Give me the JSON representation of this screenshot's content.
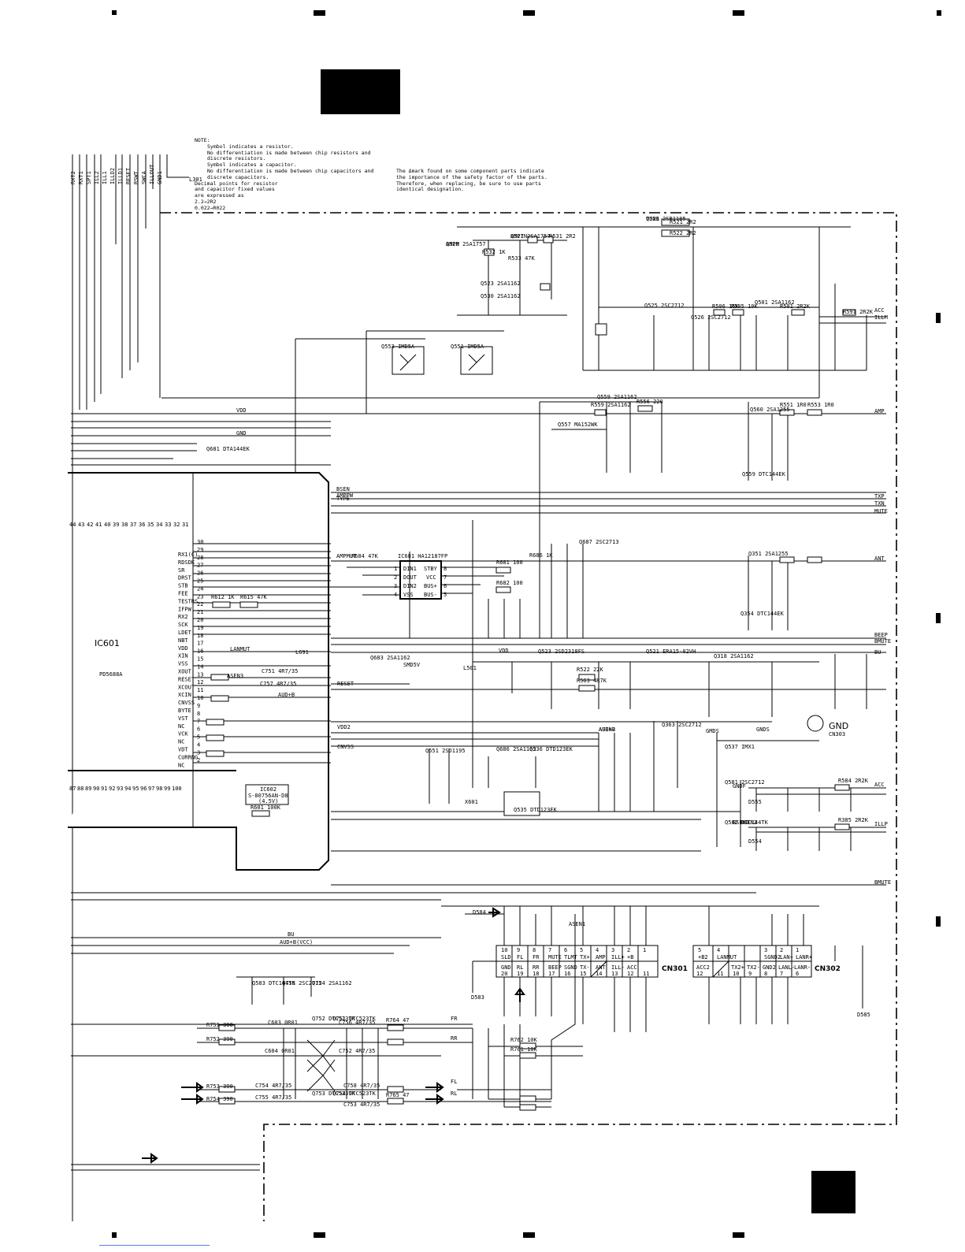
{
  "notes": {
    "title": "NOTE:",
    "lines": [
      "Symbol indicates a resistor.",
      "No differentiation is made between chip resistors and",
      "discrete resistors.",
      "Symbol indicates a capacitor.",
      "No differentiation is made between chip capacitors and",
      "discrete capacitors.",
      "Decimal points for resistor",
      "and capacitor fixed values",
      "are expressed as",
      "2.2→2R2",
      "0.022→R022"
    ]
  },
  "safety_note": {
    "lines": [
      "The Δmark found on some component parts indicate",
      "the importance of the safety factor of the parts.",
      "Therefore, when replacing, be sure to use parts",
      "identical designation."
    ]
  },
  "ic601": {
    "label": "IC601",
    "part": "PD5688A"
  },
  "ic681": {
    "label": "IC681  HA12187FP",
    "pins_left": [
      "DIN1",
      "DOUT",
      "DIN2",
      "VSS"
    ],
    "pins_right": [
      "STBY",
      "VCC",
      "BUS+",
      "BUS-"
    ],
    "nums_left": [
      "1",
      "2",
      "3",
      "4"
    ],
    "nums_right": [
      "8",
      "7",
      "6",
      "5"
    ]
  },
  "ic602": {
    "label": "IC602",
    "part": "S-80756AN-D8",
    "value": "(4.5V)"
  },
  "cn301": {
    "label": "CN301",
    "top_nums": [
      "10",
      "9",
      "8",
      "7",
      "6",
      "5",
      "4",
      "3",
      "2",
      "1"
    ],
    "top_pins": [
      "SLD",
      "FL",
      "FR",
      "MUTE",
      "TLMT",
      "TX+",
      "AMP",
      "ILL+",
      "+B"
    ],
    "bottom_pins": [
      "GND",
      "RL",
      "RR",
      "BEEP",
      "SGND",
      "TX-",
      "ANT",
      "ILL-",
      "ACC"
    ],
    "bottom_nums": [
      "20",
      "19",
      "18",
      "17",
      "16",
      "15",
      "14",
      "13",
      "12",
      "11"
    ]
  },
  "cn302": {
    "label": "CN302",
    "top_nums": [
      "5",
      "4",
      "3",
      "2",
      "1"
    ],
    "top_pins": [
      "+B2",
      "LANMUT",
      "SGND2",
      "LAN+",
      "LANR+"
    ],
    "bottom_pins": [
      "ACC2",
      "TX2+",
      "TX2-",
      "GND2",
      "LANL-",
      "LANR-"
    ],
    "bottom_nums": [
      "12",
      "11",
      "10",
      "9",
      "8",
      "7",
      "6"
    ]
  },
  "cn303": {
    "label": "GND",
    "sub": "CN303"
  },
  "right_labels": [
    "ACC",
    "ILLM",
    "AMP",
    "TXP",
    "TXN",
    "MUTE",
    "ANT",
    "BEEP",
    "BMUTE",
    "BU",
    "ACC",
    "ILLP",
    "BMUTE"
  ],
  "bus_labels": [
    "VDD",
    "GND",
    "BSEN",
    "AMPPW",
    "AMPMUT",
    "SMD5V",
    "BU",
    "AUD+B(VCC)",
    "FR",
    "RR",
    "FL",
    "RL",
    "VDD",
    "AUD+B"
  ],
  "transistors": [
    "Q521 2SB1185",
    "Q527 2SA1757",
    "Q528 2SA1757",
    "Q523 2SA1162",
    "Q530 2SA1162",
    "Q525 2SC2712",
    "Q526 2SC2712",
    "Q501 2SA1162",
    "Q553 IMD5A",
    "Q551 IMD5A",
    "Q559 2SA1162",
    "Q557 MA152WK",
    "Q560 2SA1255",
    "Q559 DTC144EK",
    "Q681 DTA144EK",
    "Q687 2SC2713",
    "Q351 2SA1255",
    "Q354 DTC144EK",
    "Q523 2SD2318FS",
    "Q521 ERA15-02VH",
    "Q683 2SA1162",
    "Q318 2SA1162",
    "Q363 2SC2712",
    "Q551 2SD1195",
    "Q686 2SA1162",
    "Q536 DTD123EK",
    "Q535 DTD123EK",
    "Q537 IMX1",
    "Q581 2SC2712",
    "Q582 DTC144TK",
    "Q583 DTC144TK",
    "Q755 2SC2712",
    "Q754 2SA1162",
    "Q752 DTC523TK",
    "Q751 DTC523TK",
    "Q753 DTC523TK",
    "Q754 DTC523TK"
  ],
  "resistors": [
    "R521 2R2",
    "R522 2R2",
    "R531 2R2",
    "R532 1K",
    "R533 47K",
    "R506 15K",
    "R505 10K",
    "R501 2R2K",
    "R591 2R2K",
    "R559 2SA1162",
    "R556 220",
    "R551 1R0",
    "R553 1R0",
    "R612 1K",
    "R615 47K",
    "R681 100",
    "R682 100",
    "R686 1K",
    "R522 22K",
    "R563 4R7K",
    "R584 2R2K",
    "R385 2R2K",
    "R751 390",
    "R752 390",
    "R753 390",
    "R754 390",
    "R764 47",
    "R765 47",
    "R762 10K",
    "R761 10K",
    "R601 100K",
    "R684 47K"
  ],
  "capacitors": [
    "C603 0R01",
    "C604 0R01",
    "C756 4R7/35",
    "C752 4R7/35",
    "C754 4R7/35",
    "C758 4R7/35",
    "C753 4R7/35",
    "C755 4R7/35",
    "C757 4R7/35",
    "C751 4R7/35"
  ],
  "labels_misc": [
    "L691",
    "L301",
    "L501",
    "X601",
    "D554",
    "D555",
    "D583",
    "D584",
    "D585",
    "GMDS",
    "GNDS",
    "GNDF",
    "BSEN1",
    "BSEN2",
    "ASEN1",
    "ASEN2",
    "ASEN3",
    "LANMUT",
    "AUD+B",
    "RESET",
    "VDD2",
    "CNVSS",
    "TYPE",
    "TUNB",
    "AMPIN",
    "AMPM"
  ],
  "ic601_pins_left": [
    "30",
    "29",
    "28",
    "27",
    "26",
    "25",
    "24",
    "23",
    "22",
    "21",
    "20",
    "19",
    "18",
    "17",
    "16",
    "15",
    "14",
    "13",
    "12",
    "11",
    "10",
    "9",
    "8",
    "7",
    "6",
    "5",
    "4",
    "3",
    "2",
    "1"
  ],
  "ic601_pins_top": [
    "44",
    "43",
    "42",
    "41",
    "40",
    "39",
    "38",
    "37",
    "36",
    "35",
    "34",
    "33",
    "32",
    "31"
  ],
  "ic601_pins_bottom": [
    "87",
    "88",
    "89",
    "90",
    "91",
    "92",
    "93",
    "94",
    "95",
    "96",
    "97",
    "98",
    "99",
    "100"
  ],
  "ic601_pin_names_left": [
    "RX1(C)",
    "RDSDK",
    "SR",
    "DRST",
    "STB",
    "FEE",
    "TESTRS",
    "IFPW",
    "RX2",
    "SCK",
    "LDET",
    "NBT",
    "VDD",
    "XIN",
    "VSS",
    "XOUT",
    "RESET",
    "XCOUT",
    "XCIN",
    "CNVSS",
    "BYTE",
    "VST",
    "NC",
    "VCK",
    "NC",
    "VDT",
    "CURRNG",
    "NC"
  ],
  "left_connector_pins": [
    "RXT2",
    "RXT1",
    "SPT1",
    "ILL2",
    "ILL1",
    "ILLD2",
    "ILLD1",
    "RESET",
    "RSWT",
    "SWCA",
    "ILLOUT",
    "GND1"
  ]
}
